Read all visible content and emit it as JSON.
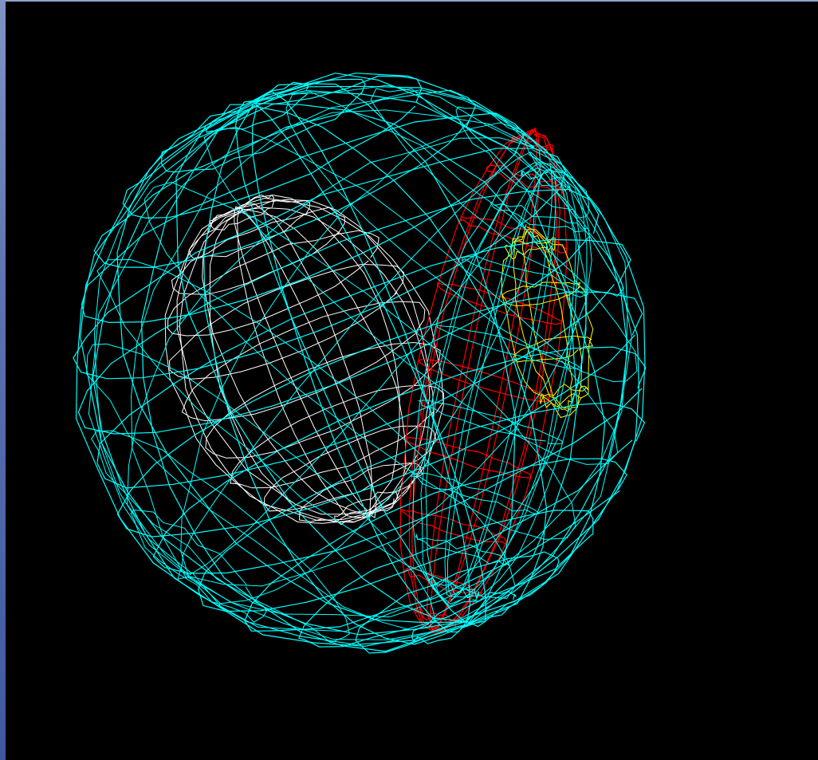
{
  "viewer": {
    "background_color": "#000000",
    "frame_color": "#5a72b0"
  },
  "scene": {
    "objects": [
      {
        "name": "outer-sphere-wireframe",
        "color": "#00ffff"
      },
      {
        "name": "inner-sphere-wireframe",
        "color": "#ffffff"
      },
      {
        "name": "red-ellipsoid-wireframe",
        "color": "#ff0000"
      },
      {
        "name": "yellow-mesh-wireframe",
        "color": "#ffff00"
      }
    ]
  }
}
